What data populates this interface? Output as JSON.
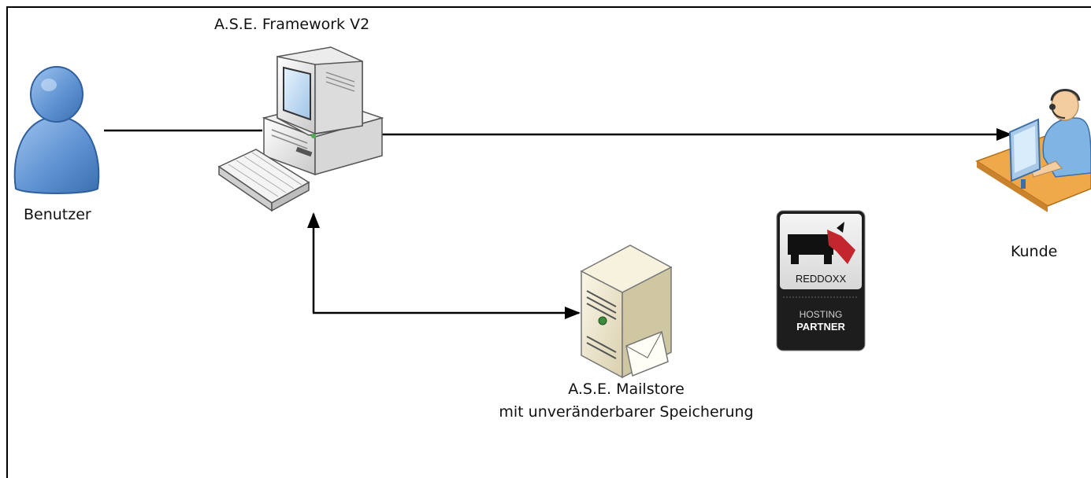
{
  "nodes": {
    "framework": {
      "label": "A.S.E. Framework V2"
    },
    "user": {
      "label": "Benutzer"
    },
    "customer": {
      "label": "Kunde"
    },
    "mailstore": {
      "line1": "A.S.E. Mailstore",
      "line2": "mit unveränderbarer Speicherung"
    }
  },
  "badge": {
    "brand": "REDDOXX",
    "line1": "HOSTING",
    "line2": "PARTNER"
  },
  "colors": {
    "user_blue": "#5b8fd0",
    "badge_red": "#c4262e",
    "badge_dark": "#2a2a2a",
    "desk_orange": "#f0a94a"
  }
}
